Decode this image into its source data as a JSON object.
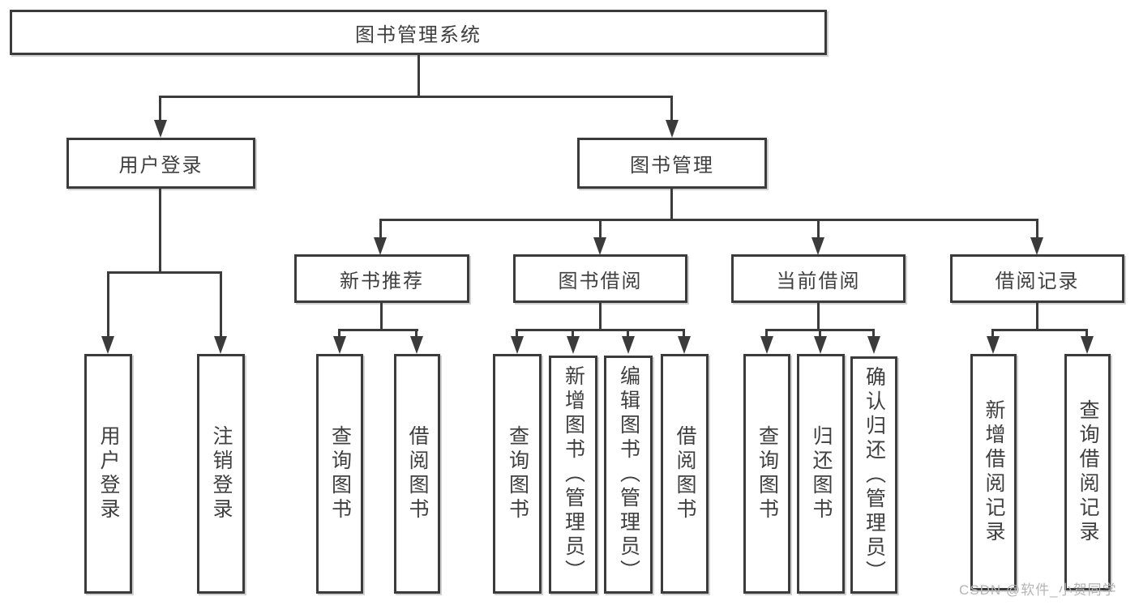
{
  "colors": {
    "line": "#3b3b3b",
    "text": "#3f3f3f",
    "box_bg": "#ffffff",
    "watermark": "#b5b5b5"
  },
  "watermark": {
    "text": "CSDN @软件_小贺同学"
  },
  "tree": {
    "root": {
      "label": "图书管理系统"
    },
    "branches": [
      {
        "label": "用户登录",
        "children": [
          {
            "label": "用户登录"
          },
          {
            "label": "注销登录"
          }
        ]
      },
      {
        "label": "图书管理",
        "children": [
          {
            "label": "新书推荐",
            "children": [
              {
                "label": "查询图书"
              },
              {
                "label": "借阅图书"
              }
            ]
          },
          {
            "label": "图书借阅",
            "children": [
              {
                "label": "查询图书"
              },
              {
                "label": "新增图书（管理员）"
              },
              {
                "label": "编辑图书（管理员）"
              },
              {
                "label": "借阅图书"
              }
            ]
          },
          {
            "label": "当前借阅",
            "children": [
              {
                "label": "查询图书"
              },
              {
                "label": "归还图书"
              },
              {
                "label": "确认归还（管理员）"
              }
            ]
          },
          {
            "label": "借阅记录",
            "children": [
              {
                "label": "新增借阅记录"
              },
              {
                "label": "查询借阅记录"
              }
            ]
          }
        ]
      }
    ]
  }
}
